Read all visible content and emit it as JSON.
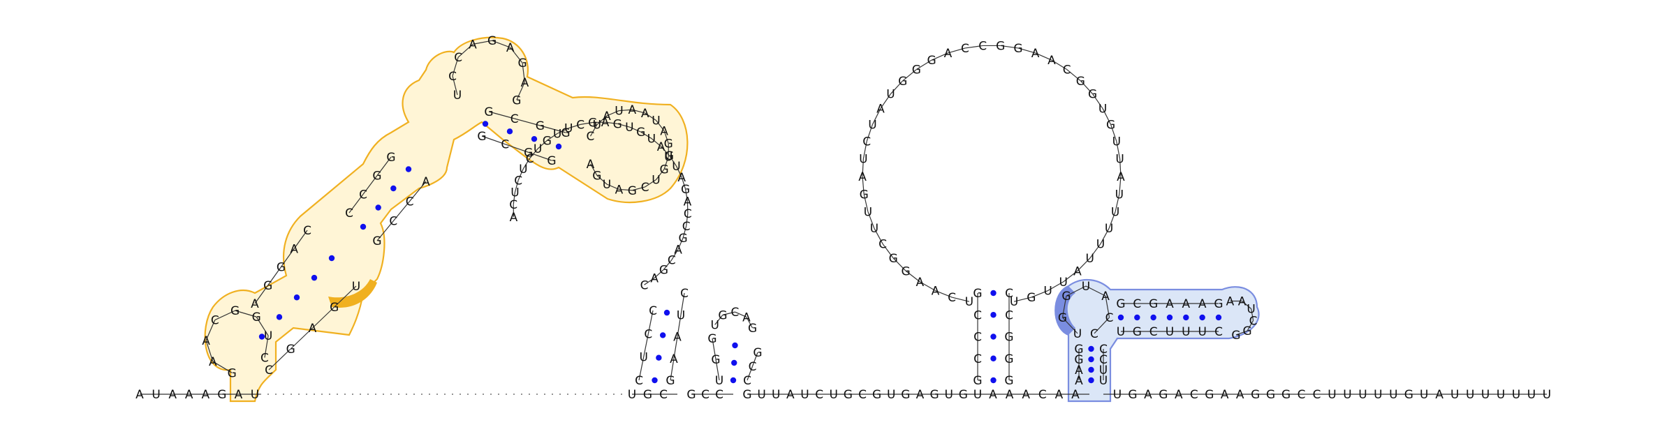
{
  "colors": {
    "pair_dot": "#1010ee",
    "highlight_orange": "#f0b020",
    "highlight_orange_fill": "#fff5d6",
    "highlight_blue": "#7a8de0",
    "highlight_blue_fill": "#dbe6f7"
  },
  "baseline": {
    "left_arm": "AUAAAGAU",
    "gap_note": "dotted",
    "segment1": "UGC",
    "segment2": "GCC",
    "segment3": "GUUAUCUGCGUGAGUGU",
    "segment4": "AAACAA",
    "segment5": "UGAGACGAAGGGCCUUUUUGUAUUUUUUU"
  },
  "domain1": {
    "loop": "GAACGGUC",
    "stem_left": "AGGAC",
    "stem_right": "CGAGU",
    "inner_loop": "CAGUAG",
    "stem2_left": "CCGG",
    "stem2_right": "GCCA",
    "highlight": "CUG",
    "top_loop": "UCCAGAGAG",
    "branch_stem": "GCGGAA",
    "branch_loop": "CUAUAAUAGUGUCGAUGA"
  },
  "domain2": {
    "large_loop": "ACUCUCUGUUCGAGUGUAGUAGACCGACGAC",
    "stem_left": "CUCC",
    "stem_right": "GAAUC",
    "small_loop": "UGCAG"
  },
  "domain3": {
    "big_loop": "UCAAGGCUUGAUCUAUGGGACCGGAACGGUGUUAUUUUUAUUGU",
    "stem_left": "GCCCG",
    "stem_right": "GGGCC"
  },
  "domain4": {
    "loop": "UGGUACC",
    "stem_top": "GCGAAAG",
    "stem_bottom": "UGCUUUC",
    "tip": "AAUCGG",
    "vertical_left": "GGAA",
    "vertical_right": "CCUU"
  }
}
